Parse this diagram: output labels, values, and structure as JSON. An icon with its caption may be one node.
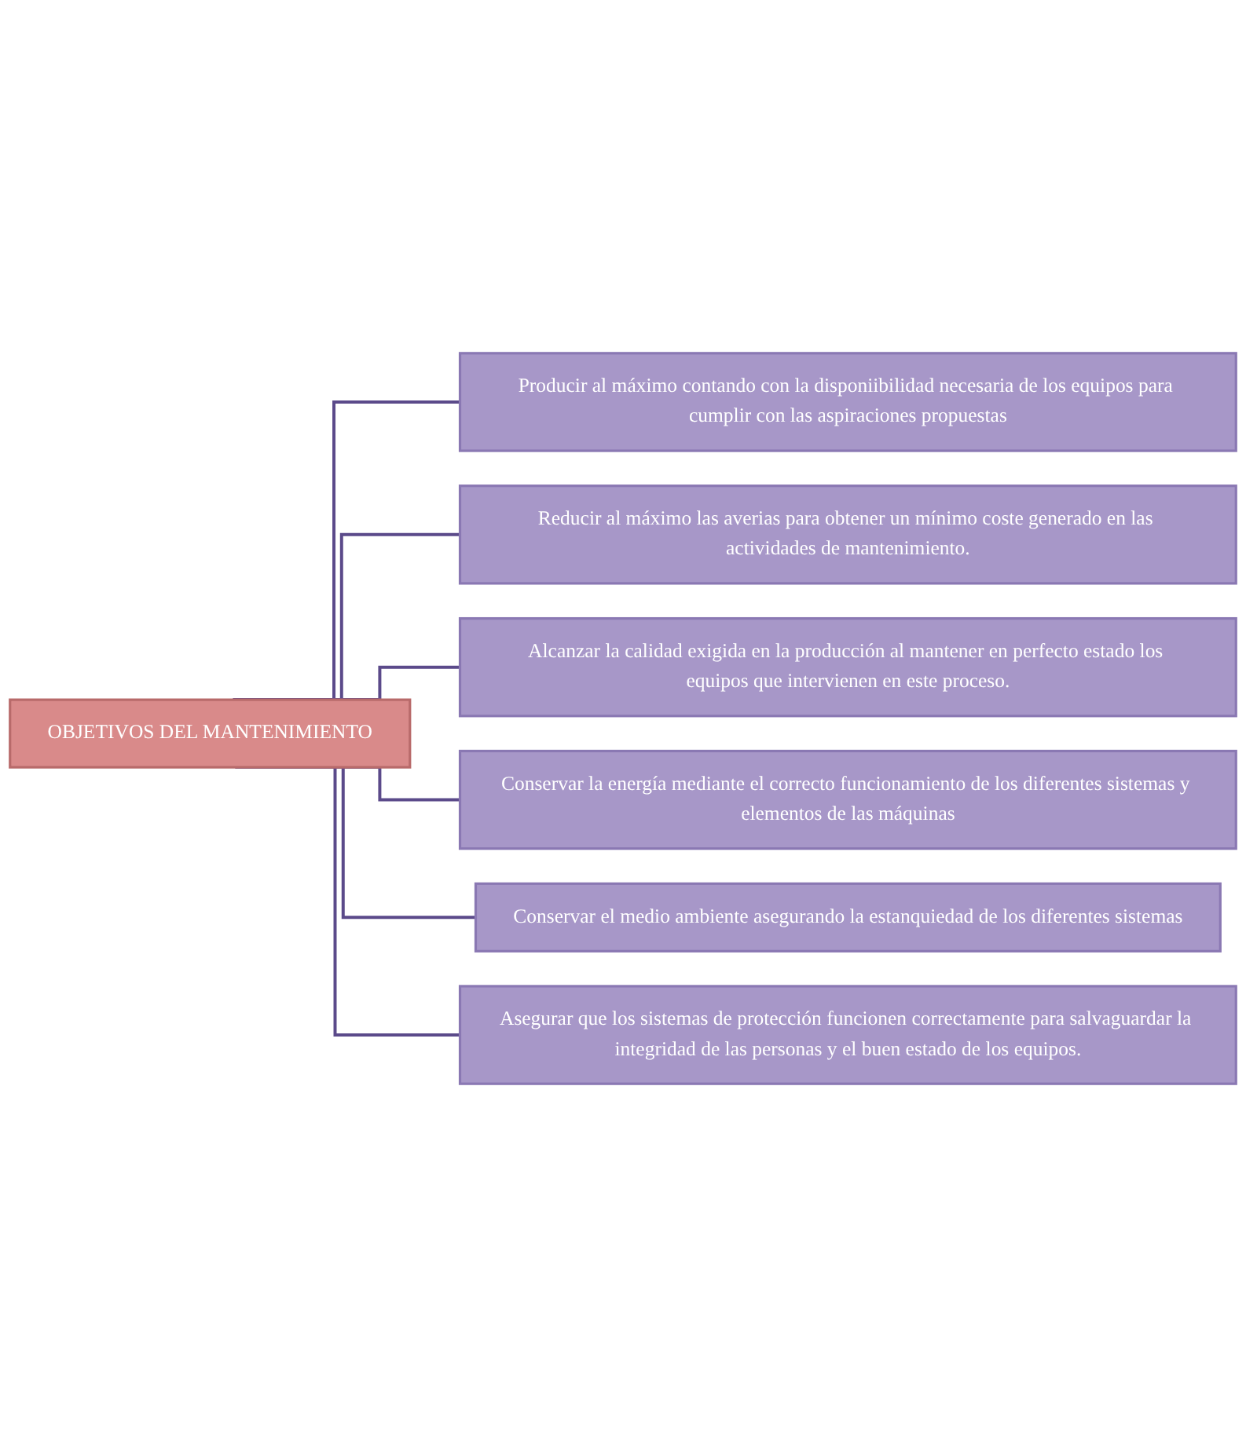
{
  "diagram": {
    "nodes": [
      {
        "text": [
          "OBJETIVOS DEL MANTENIMIENTO"
        ]
      },
      {
        "text": [
          "Producir al máximo contando con la disponiibilidad necesaria de los equipos para cumplir con las aspiraciones propuestas"
        ]
      },
      {
        "text": [
          "Reducir al máximo las averias para obtener un mínimo coste generado en las actividades de mantenimiento."
        ]
      },
      {
        "text": [
          "Alcanzar la calidad exigida en la producción al mantener en perfecto estado los equipos que intervienen en este proceso."
        ]
      },
      {
        "text": [
          "Conservar la energía mediante el correcto funcionamiento de los diferentes sistemas y elementos de las máquinas"
        ]
      },
      {
        "text": [
          "Conservar el medio ambiente asegurando la estanquiedad de los diferentes sistemas"
        ]
      },
      {
        "text": [
          "Asegurar que los sistemas de protección funcionen correctamente para salvaguardar la integridad de las personas y el buen estado de los equipos."
        ]
      }
    ],
    "edges": [
      {
        "from": 0,
        "to": 1,
        "arrow": "none"
      },
      {
        "from": 0,
        "to": 2,
        "arrow": "none"
      },
      {
        "from": 0,
        "to": 3,
        "arrow": "none"
      },
      {
        "from": 0,
        "to": 4,
        "arrow": "none"
      },
      {
        "from": 0,
        "to": 5,
        "arrow": "none"
      },
      {
        "from": 0,
        "to": 6,
        "arrow": "none"
      }
    ]
  }
}
